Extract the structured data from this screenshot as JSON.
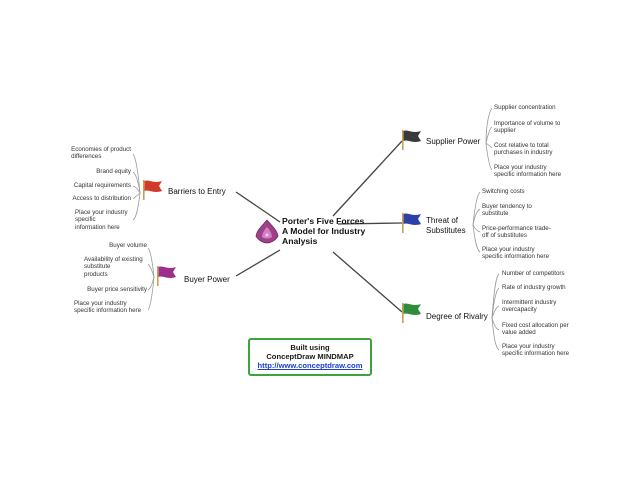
{
  "central_topic": {
    "lines": [
      "Porter's Five Forces",
      "A Model for Industry",
      "Analysis"
    ],
    "icon": "lotus-flower-icon",
    "icon_color": "#a0408a"
  },
  "branches": {
    "supplier_power": {
      "label": "Supplier Power",
      "flag_icon": "flag-black-icon",
      "flag_color": "#3a3a3a",
      "items": [
        [
          "Supplier concentration"
        ],
        [
          "Importance of volume to",
          "supplier"
        ],
        [
          "Cost relative to total",
          "purchases in industry"
        ],
        [
          "Place your industry",
          "specific information here"
        ]
      ]
    },
    "threat_of_substitutes": {
      "label_lines": [
        "Threat of",
        "Substitutes"
      ],
      "flag_icon": "flag-blue-icon",
      "flag_color": "#2d3fa8",
      "items": [
        [
          "Switching costs"
        ],
        [
          "Buyer tendency to",
          "substitute"
        ],
        [
          "Price-performance trade-",
          "off of substitutes"
        ],
        [
          "Place your industry",
          "specific information here"
        ]
      ]
    },
    "degree_of_rivalry": {
      "label": "Degree of Rivalry",
      "flag_icon": "flag-green-icon",
      "flag_color": "#2e8c3c",
      "items": [
        [
          "Number of competitors"
        ],
        [
          "Rate of industry growth"
        ],
        [
          "Intermittent industry",
          "overcapacity"
        ],
        [
          "Fixed cost allocation per",
          "value added"
        ],
        [
          "Place your industry",
          "specific information here"
        ]
      ]
    },
    "barriers_to_entry": {
      "label": "Barriers to Entry",
      "flag_icon": "flag-red-icon",
      "flag_color": "#d23a2a",
      "items": [
        [
          "Economies of product",
          "differences"
        ],
        [
          "Brand equity"
        ],
        [
          "Capital requirements"
        ],
        [
          "Access to distribution"
        ],
        [
          "Place your industry",
          "specific",
          "information here"
        ]
      ]
    },
    "buyer_power": {
      "label": "Buyer Power",
      "flag_icon": "flag-magenta-icon",
      "flag_color": "#9c2f8e",
      "items": [
        [
          "Buyer volume"
        ],
        [
          "Availability of existing",
          "substitute",
          "products"
        ],
        [
          "Buyer price sensitivity"
        ],
        [
          "Place your industry",
          "specific information here"
        ]
      ]
    }
  },
  "credit": {
    "line1": "Built using",
    "line2": "ConceptDraw MINDMAP",
    "link": "http://www.conceptdraw.com"
  }
}
